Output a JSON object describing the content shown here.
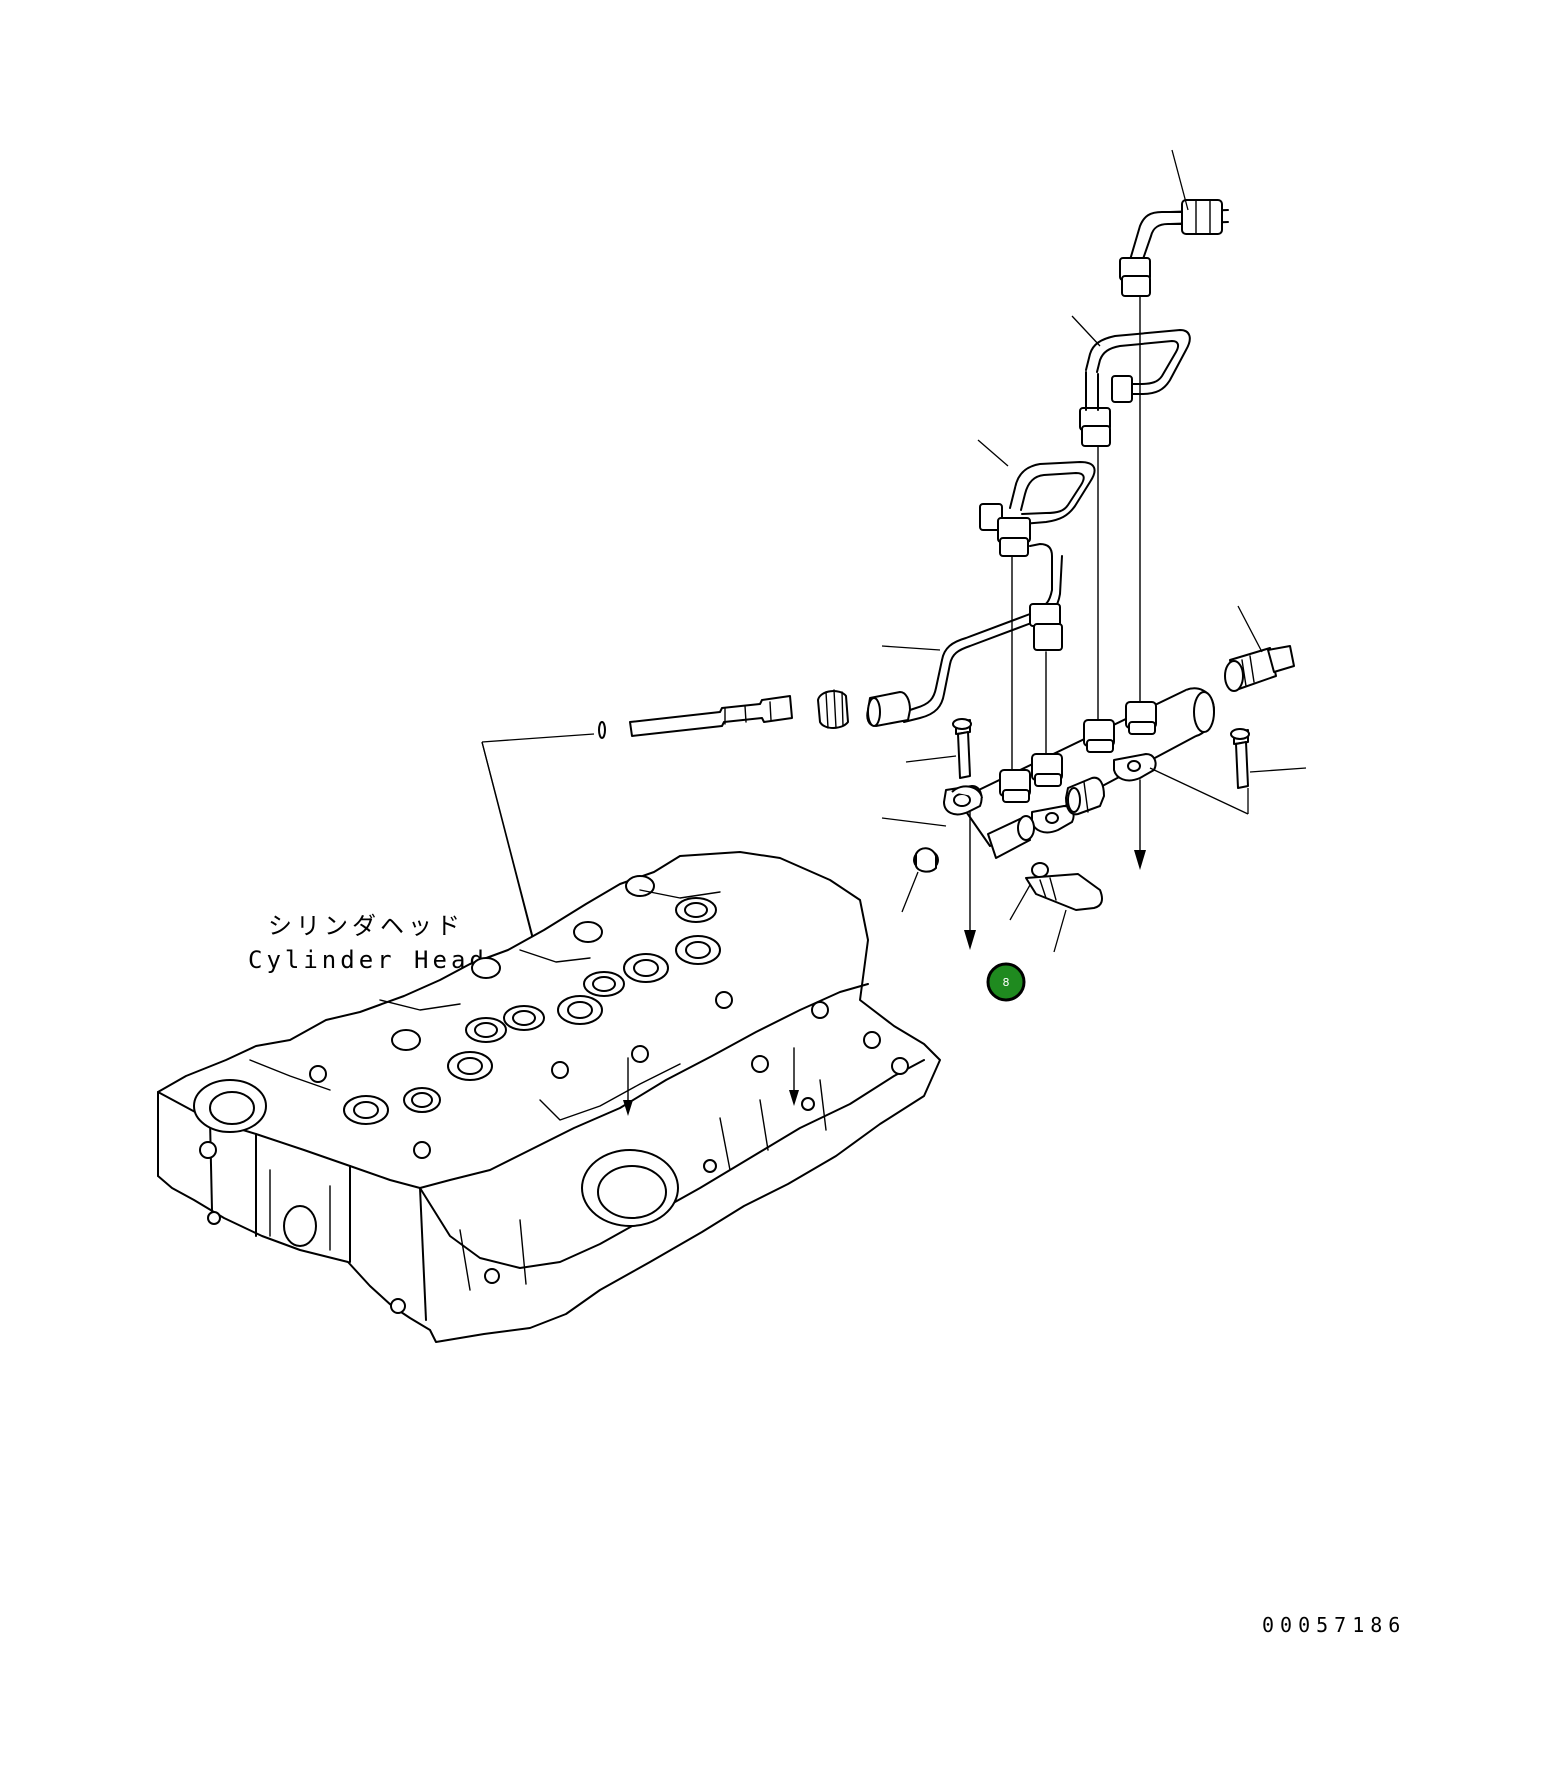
{
  "labels": {
    "cylinder_head_jp": "シリンダヘッド",
    "cylinder_head_en": "Cylinder Head"
  },
  "callout_badge": {
    "number": "8",
    "color": "#1f8a1f"
  },
  "drawing_code": "00057186"
}
